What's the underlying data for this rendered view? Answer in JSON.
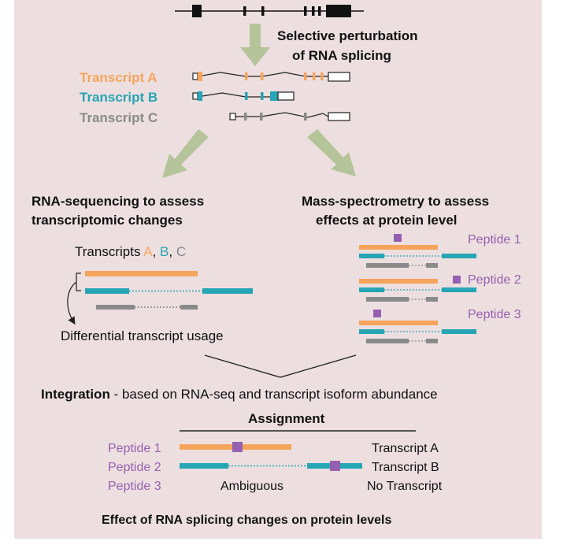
{
  "colors": {
    "transcript_a": "#f6a45c",
    "transcript_b": "#26a5b5",
    "transcript_c": "#8a8a8a",
    "peptide": "#9560b0",
    "arrow": "#b5c49a",
    "panel": "#eddfdf"
  },
  "top": {
    "perturbation_line1": "Selective perturbation",
    "perturbation_line2": "of RNA splicing"
  },
  "transcripts": {
    "a": "Transcript A",
    "b": "Transcript B",
    "c": "Transcript C"
  },
  "rna_seq": {
    "title_line1": "RNA-sequencing to assess",
    "title_line2": "transcriptomic changes",
    "legend_prefix": "Transcripts ",
    "legend_a": "A",
    "legend_sep1": ", ",
    "legend_b": "B",
    "legend_sep2": ", ",
    "legend_c": "C",
    "caption": "Differential transcript usage"
  },
  "mass_spec": {
    "title_line1": "Mass-spectrometry to assess",
    "title_line2": "effects at protein level",
    "peptide_1": "Peptide 1",
    "peptide_2": "Peptide 2",
    "peptide_3": "Peptide 3"
  },
  "integration": {
    "bold": "Integration",
    "rest": " - based on RNA-seq and transcript isoform abundance"
  },
  "assignment": {
    "heading": "Assignment",
    "rows": [
      {
        "peptide": "Peptide 1",
        "result": "Transcript A"
      },
      {
        "peptide": "Peptide 2",
        "result": "Transcript B"
      },
      {
        "peptide": "Peptide 3",
        "middle": "Ambiguous",
        "result": "No Transcript"
      }
    ]
  },
  "footer": "Effect of RNA splicing changes on protein levels"
}
